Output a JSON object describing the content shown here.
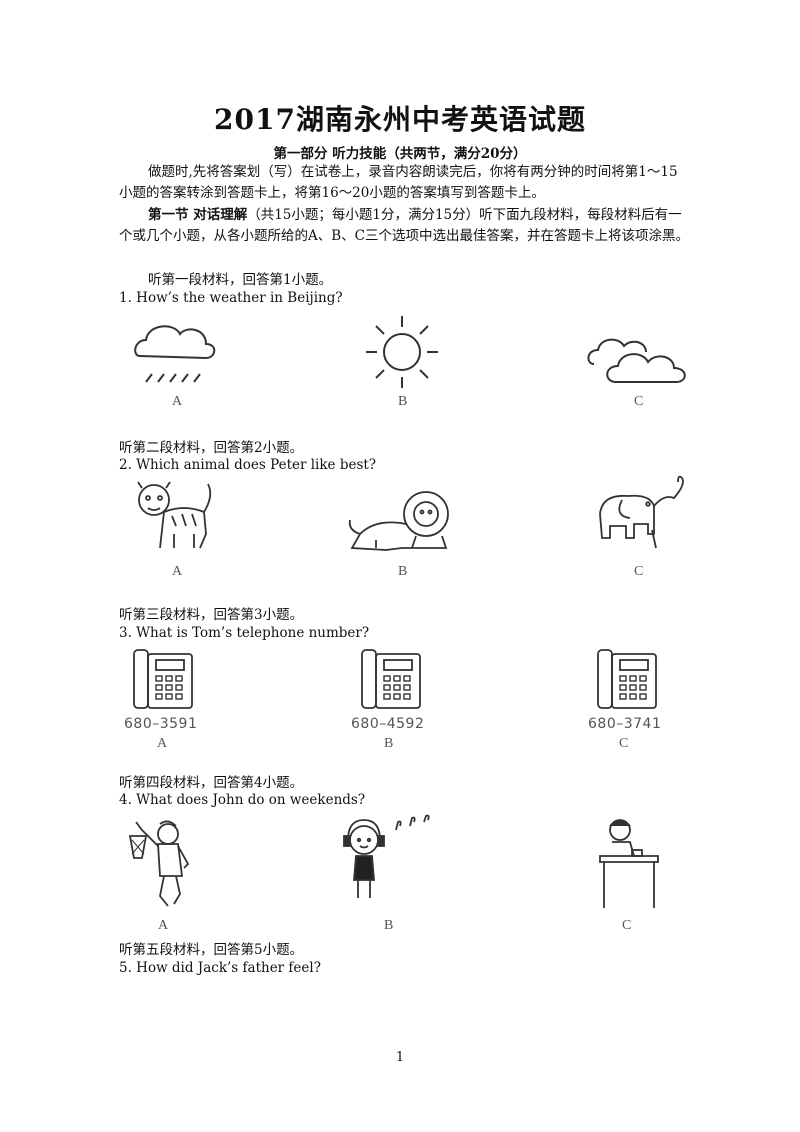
{
  "title": "2017湖南永州中考英语试题",
  "part": "第一部分 听力技能（共两节，满分20分）",
  "instructions": "做题时,先将答案划（写）在试卷上，录音内容朗读完后，你将有两分钟的时间将第1～15小题的答案转涂到答题卡上，将第16～20小题的答案填写到答题卡上。",
  "section": {
    "heading": "第一节 对话理解",
    "text": "（共15小题；每小题1分，满分15分）听下面九段材料，每段材料后有一个或几个小题，从各小题所给的A、B、C三个选项中选出最佳答案，并在答题卡上将该项涂黑。"
  },
  "questions": [
    {
      "intro": "听第一段材料，回答第1小题。",
      "text": "1. How’s the weather in Beijing?",
      "options": [
        "A",
        "B",
        "C"
      ],
      "icons": [
        "rain-cloud-icon",
        "sun-icon",
        "clouds-icon"
      ]
    },
    {
      "intro": "听第二段材料，回答第2小题。",
      "text": "2. Which animal does Peter like best?",
      "options": [
        "A",
        "B",
        "C"
      ],
      "icons": [
        "tiger-icon",
        "lion-icon",
        "elephant-icon"
      ]
    },
    {
      "intro": "听第三段材料，回答第3小题。",
      "text": "3. What is Tom’s telephone number?",
      "options": [
        "A",
        "B",
        "C"
      ],
      "numbers": [
        "680–3591",
        "680–4592",
        "680–3741"
      ],
      "icons": [
        "telephone-icon",
        "telephone-icon",
        "telephone-icon"
      ]
    },
    {
      "intro": "听第四段材料，回答第4小题。",
      "text": "4. What does John do on weekends?",
      "options": [
        "A",
        "B",
        "C"
      ],
      "icons": [
        "basketball-player-icon",
        "headphones-boy-icon",
        "boy-at-desk-icon"
      ]
    },
    {
      "intro": "听第五段材料，回答第5小题。",
      "text": "5. How did Jack’s father feel?"
    }
  ],
  "page_number": "1"
}
